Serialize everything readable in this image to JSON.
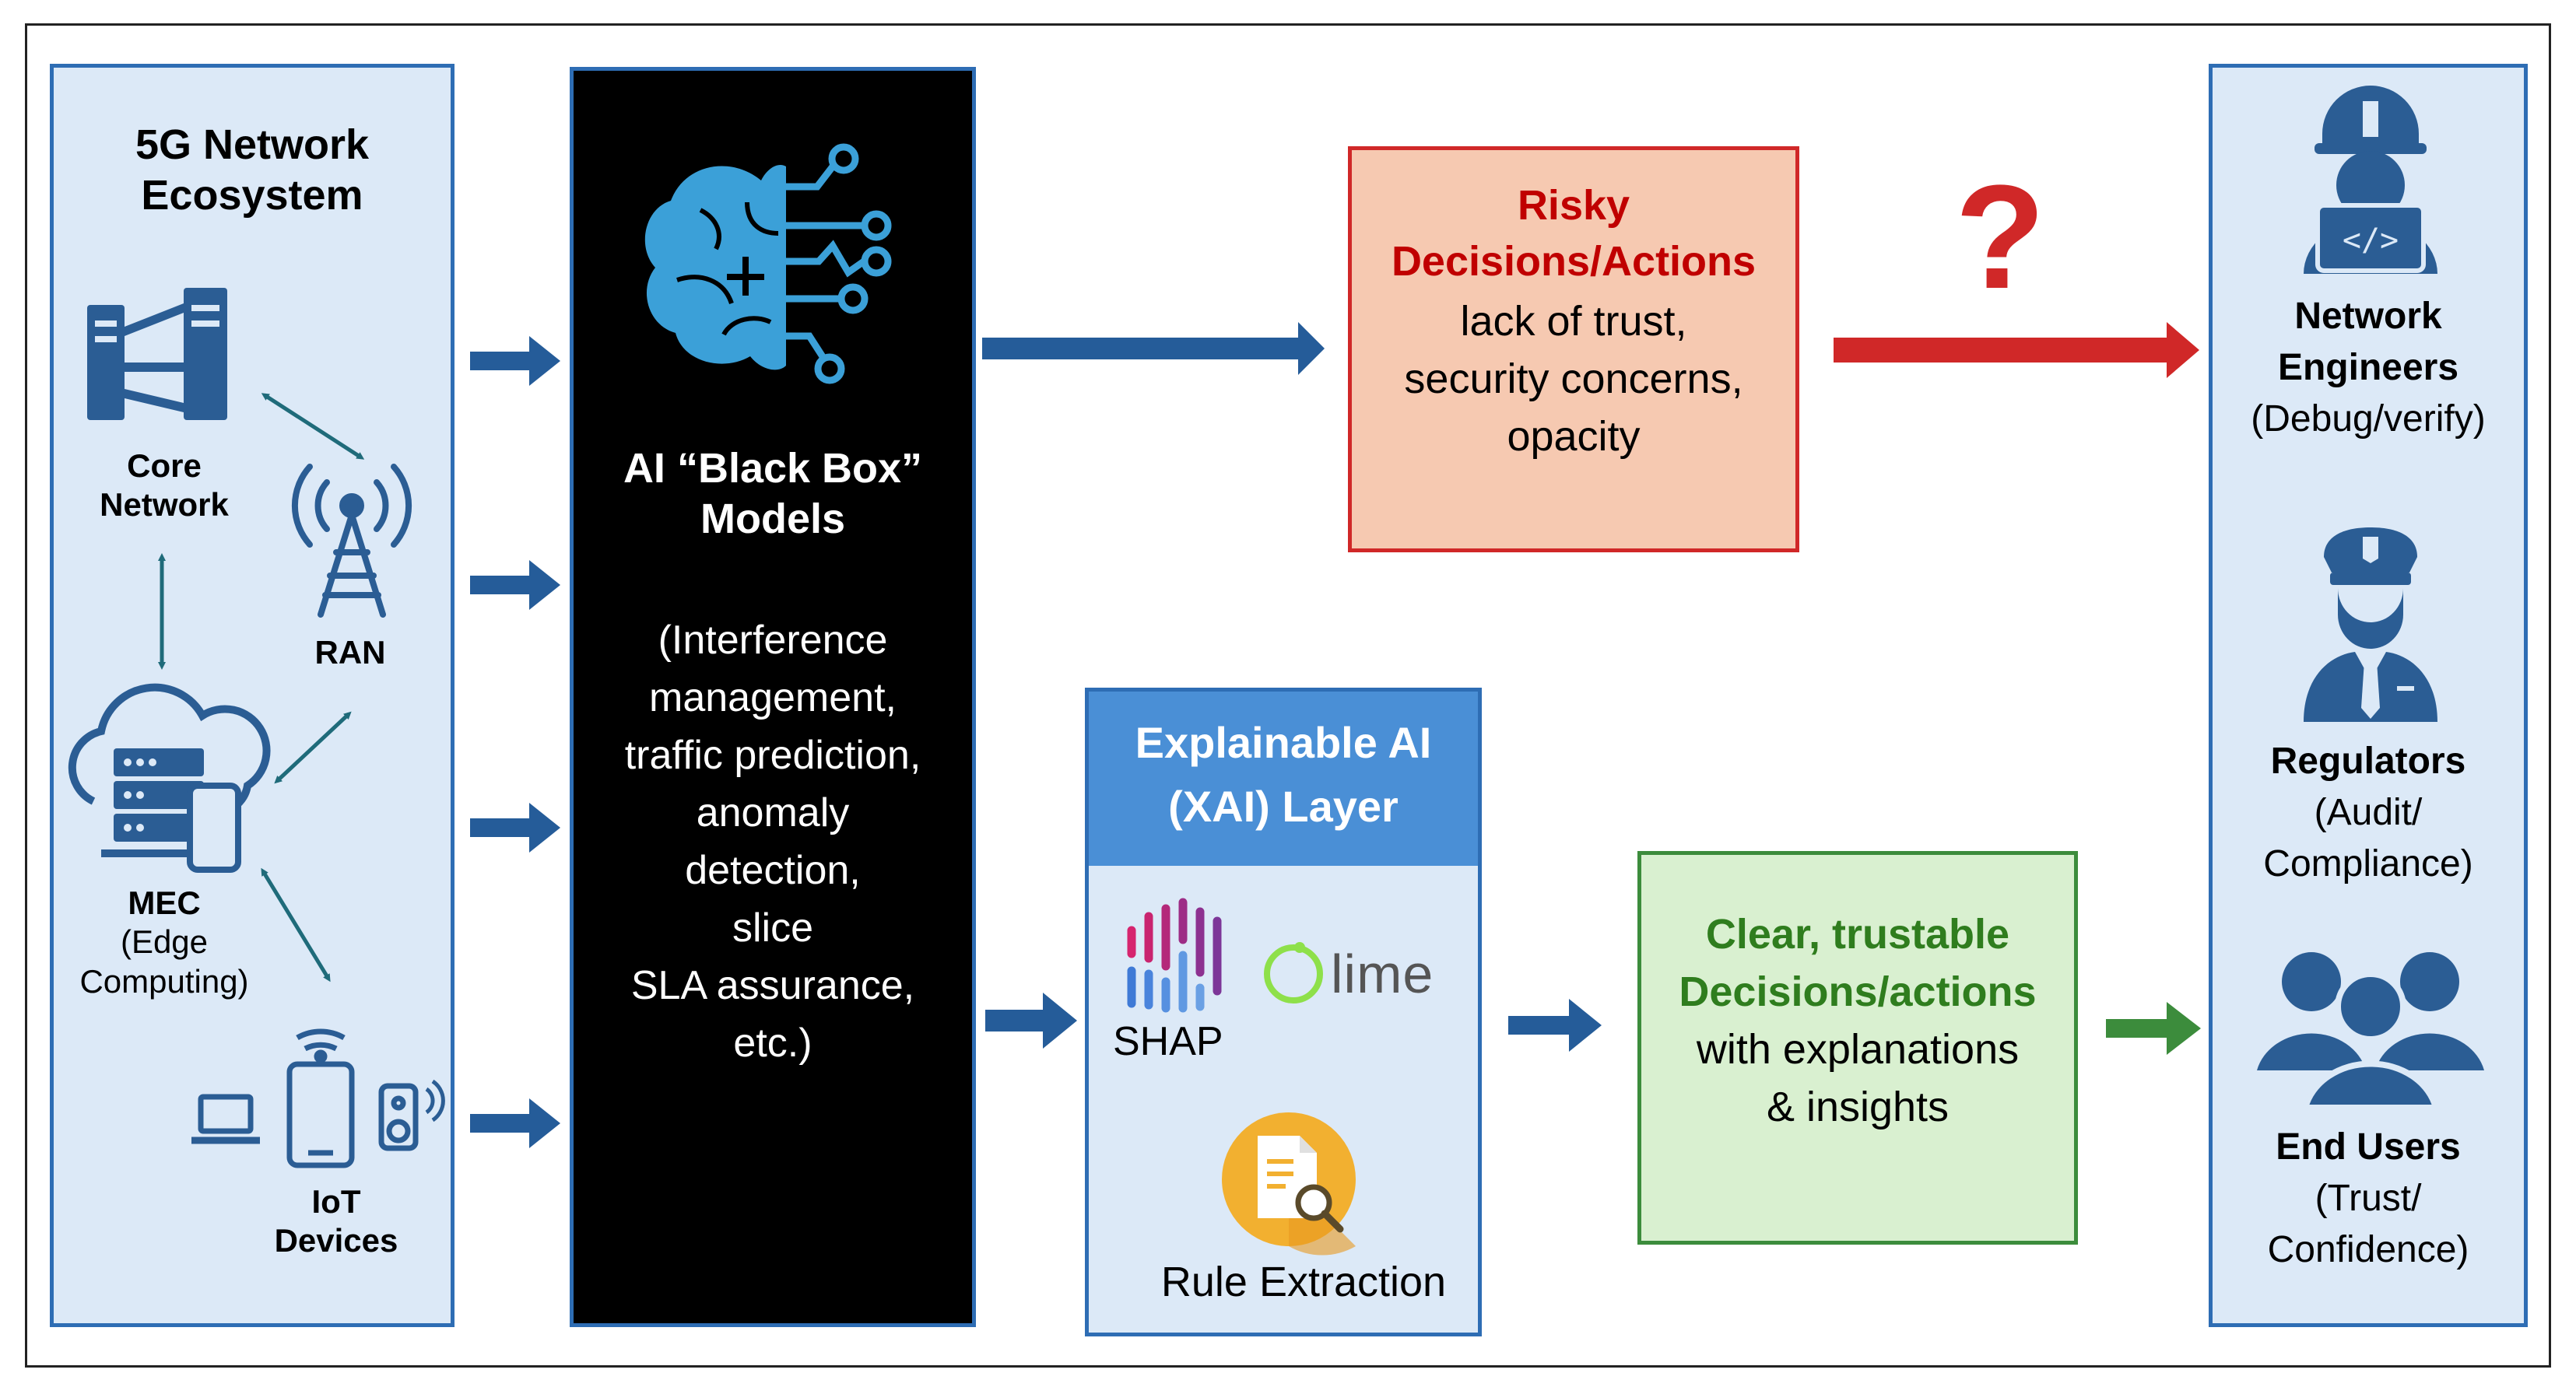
{
  "ecosystem": {
    "title_line1": "5G Network",
    "title_line2": "Ecosystem",
    "core_line1": "Core",
    "core_line2": "Network",
    "ran": "RAN",
    "mec": "MEC",
    "mec_sub1": "(Edge",
    "mec_sub2": "Computing)",
    "iot_line1": "IoT",
    "iot_line2": "Devices"
  },
  "blackbox": {
    "title_line1": "AI “Black Box”",
    "title_line2": "Models",
    "desc": [
      "(Interference",
      "management,",
      "traffic prediction,",
      "anomaly",
      "detection,",
      "slice",
      "SLA assurance,",
      "etc.)"
    ]
  },
  "risky": {
    "title_line1": "Risky",
    "title_line2": "Decisions/Actions",
    "desc": [
      "lack of trust,",
      "security concerns,",
      "opacity"
    ],
    "question_mark": "?"
  },
  "xai": {
    "title_line1": "Explainable AI",
    "title_line2": "(XAI) Layer",
    "shap": "SHAP",
    "lime": "lime",
    "rule": "Rule Extraction"
  },
  "clear": {
    "title_line1": "Clear, trustable",
    "title_line2": "Decisions/actions",
    "desc": [
      "with explanations",
      "& insights"
    ]
  },
  "stakeholders": {
    "engineers_line1": "Network",
    "engineers_line2": "Engineers",
    "engineers_sub": "(Debug/verify)",
    "regulators": "Regulators",
    "regulators_sub1": "(Audit/",
    "regulators_sub2": "Compliance)",
    "users": "End Users",
    "users_sub1": "(Trust/",
    "users_sub2": "Confidence)"
  },
  "colors": {
    "panel_fill": "#dce9f7",
    "panel_border": "#2e6db4",
    "arrow_blue": "#255c99",
    "icon_blue": "#2b5d94",
    "risky_fill": "#f6c9b1",
    "risky_border": "#d02828",
    "risky_text": "#c00000",
    "clear_fill": "#d9f0d0",
    "clear_border": "#3c8c3c",
    "clear_text": "#2f7d1e",
    "xai_header": "#4a8fd6",
    "brain": "#3ba0d8"
  }
}
